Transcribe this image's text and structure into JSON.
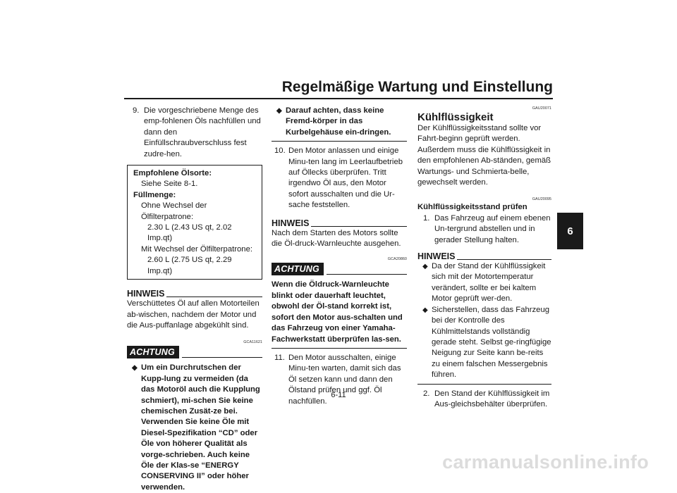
{
  "header": {
    "title": "Regelmäßige Wartung und Einstellung"
  },
  "chapter_tab": "6",
  "page_number": "6-11",
  "watermark": "carmanualsonline.info",
  "col1": {
    "step9": {
      "num": "9.",
      "text": "Die vorgeschriebene Menge des emp-fohlenen Öls nachfüllen und dann den Einfüllschraubverschluss fest zudre-hen."
    },
    "spec_box": {
      "label1": "Empfohlene Ölsorte:",
      "val1": "Siehe Seite 8-1.",
      "label2": "Füllmenge:",
      "line1": "Ohne Wechsel der Ölfilterpatrone:",
      "line2": "2.30 L (2.43 US qt, 2.02 Imp.qt)",
      "line3": "Mit Wechsel der Ölfilterpatrone:",
      "line4": "2.60 L (2.75 US qt, 2.29 Imp.qt)"
    },
    "hinweis_title": "HINWEIS",
    "hinweis_text": "Verschüttetes Öl auf allen Motorteilen ab-wischen, nachdem der Motor und die Aus-puffanlage abgekühlt sind.",
    "code": "GCA11621",
    "achtung_title": "ACHTUNG",
    "achtung_bullet": "Um ein Durchrutschen der Kupp-lung zu vermeiden (da das Motoröl auch die Kupplung schmiert), mi-schen Sie keine chemischen Zusät-ze bei. Verwenden Sie keine Öle mit Diesel-Spezifikation “CD” oder Öle von höherer Qualität als vorge-schrieben. Auch keine Öle der Klas-se “ENERGY CONSERVING II” oder höher verwenden."
  },
  "col2": {
    "bullet_cont": "Darauf achten, dass keine Fremd-körper in das Kurbelgehäuse ein-dringen.",
    "step10": {
      "num": "10.",
      "text": "Den Motor anlassen und einige Minu-ten lang im Leerlaufbetrieb auf Öllecks überprüfen. Tritt irgendwo Öl aus, den Motor sofort ausschalten und die Ur-sache feststellen."
    },
    "hinweis_title": "HINWEIS",
    "hinweis_text": "Nach dem Starten des Motors sollte die Öl-druck-Warnleuchte ausgehen.",
    "code": "GCA20860",
    "achtung_title": "ACHTUNG",
    "achtung_text": "Wenn die Öldruck-Warnleuchte blinkt oder dauerhaft leuchtet, obwohl der Öl-stand korrekt ist, sofort den Motor aus-schalten und das Fahrzeug von einer Yamaha-Fachwerkstatt überprüfen las-sen.",
    "step11": {
      "num": "11.",
      "text": "Den Motor ausschalten, einige Minu-ten warten, damit sich das Öl setzen kann und dann den Ölstand prüfen und ggf. Öl nachfüllen."
    }
  },
  "col3": {
    "code1": "GAU20071",
    "title": "Kühlflüssigkeit",
    "intro": "Der Kühlflüssigkeitsstand sollte vor Fahrt-beginn geprüft werden. Außerdem muss die Kühlflüssigkeit in den empfohlenen Ab-ständen, gemäß Wartungs- und Schmierta-belle, gewechselt werden.",
    "code2": "GAU20095",
    "subhead": "Kühlflüssigkeitsstand prüfen",
    "step1": {
      "num": "1.",
      "text": "Das Fahrzeug auf einem ebenen Un-tergrund abstellen und in gerader Stellung halten."
    },
    "hinweis_title": "HINWEIS",
    "bullet1": "Da der Stand der Kühlflüssigkeit sich mit der Motortemperatur verändert, sollte er bei kaltem Motor geprüft wer-den.",
    "bullet2": "Sicherstellen, dass das Fahrzeug bei der Kontrolle des Kühlmittelstands vollständig gerade steht. Selbst ge-ringfügige Neigung zur Seite kann be-reits zu einem falschen Messergebnis führen.",
    "step2": {
      "num": "2.",
      "text": "Den Stand der Kühlflüssigkeit im Aus-gleichsbehälter überprüfen."
    }
  }
}
